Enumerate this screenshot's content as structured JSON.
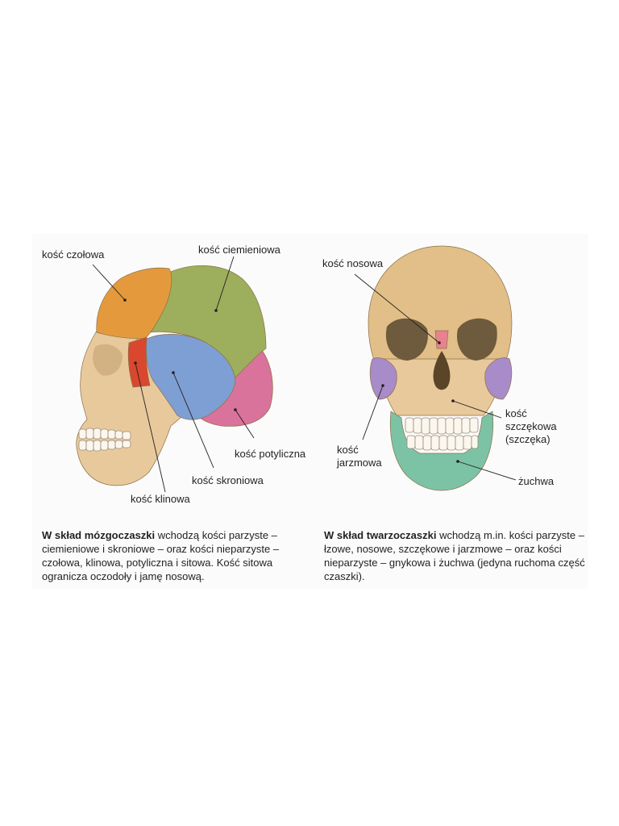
{
  "colors": {
    "frontal": "#e49a3c",
    "parietal": "#9dae5c",
    "temporal": "#7e9fd4",
    "occipital": "#d9739b",
    "sphenoid": "#d9472f",
    "bone": "#e8c99c",
    "zygomatic": "#a88bc9",
    "nasal": "#e9828f",
    "mandible": "#7cc3a6"
  },
  "left_figure": {
    "labels": {
      "frontal": "kość czołowa",
      "parietal": "kość ciemieniowa",
      "occipital": "kość potyliczna",
      "temporal": "kość skroniowa",
      "sphenoid": "kość klinowa"
    },
    "caption": {
      "bold": "W skład mózgoczaszki",
      "text": " wchodzą kości parzyste – ciemieniowe i skroniowe – oraz kości nieparzyste – czołowa, klinowa, potyliczna i sitowa. Kość sitowa ogranicza oczodoły i jamę nosową."
    }
  },
  "right_figure": {
    "labels": {
      "nasal": "kość nosowa",
      "maxilla_line1": "kość",
      "maxilla_line2": "szczękowa",
      "maxilla_line3": "(szczęka)",
      "zygomatic_line1": "kość",
      "zygomatic_line2": "jarzmowa",
      "mandible": "żuchwa"
    },
    "caption": {
      "bold": "W skład twarzoczaszki",
      "text": " wchodzą m.in. kości parzyste – łzowe, nosowe, szczękowe i jarzmowe – oraz kości nieparzyste – gnykowa i żuchwa (jedyna ruchoma część czaszki)."
    }
  }
}
